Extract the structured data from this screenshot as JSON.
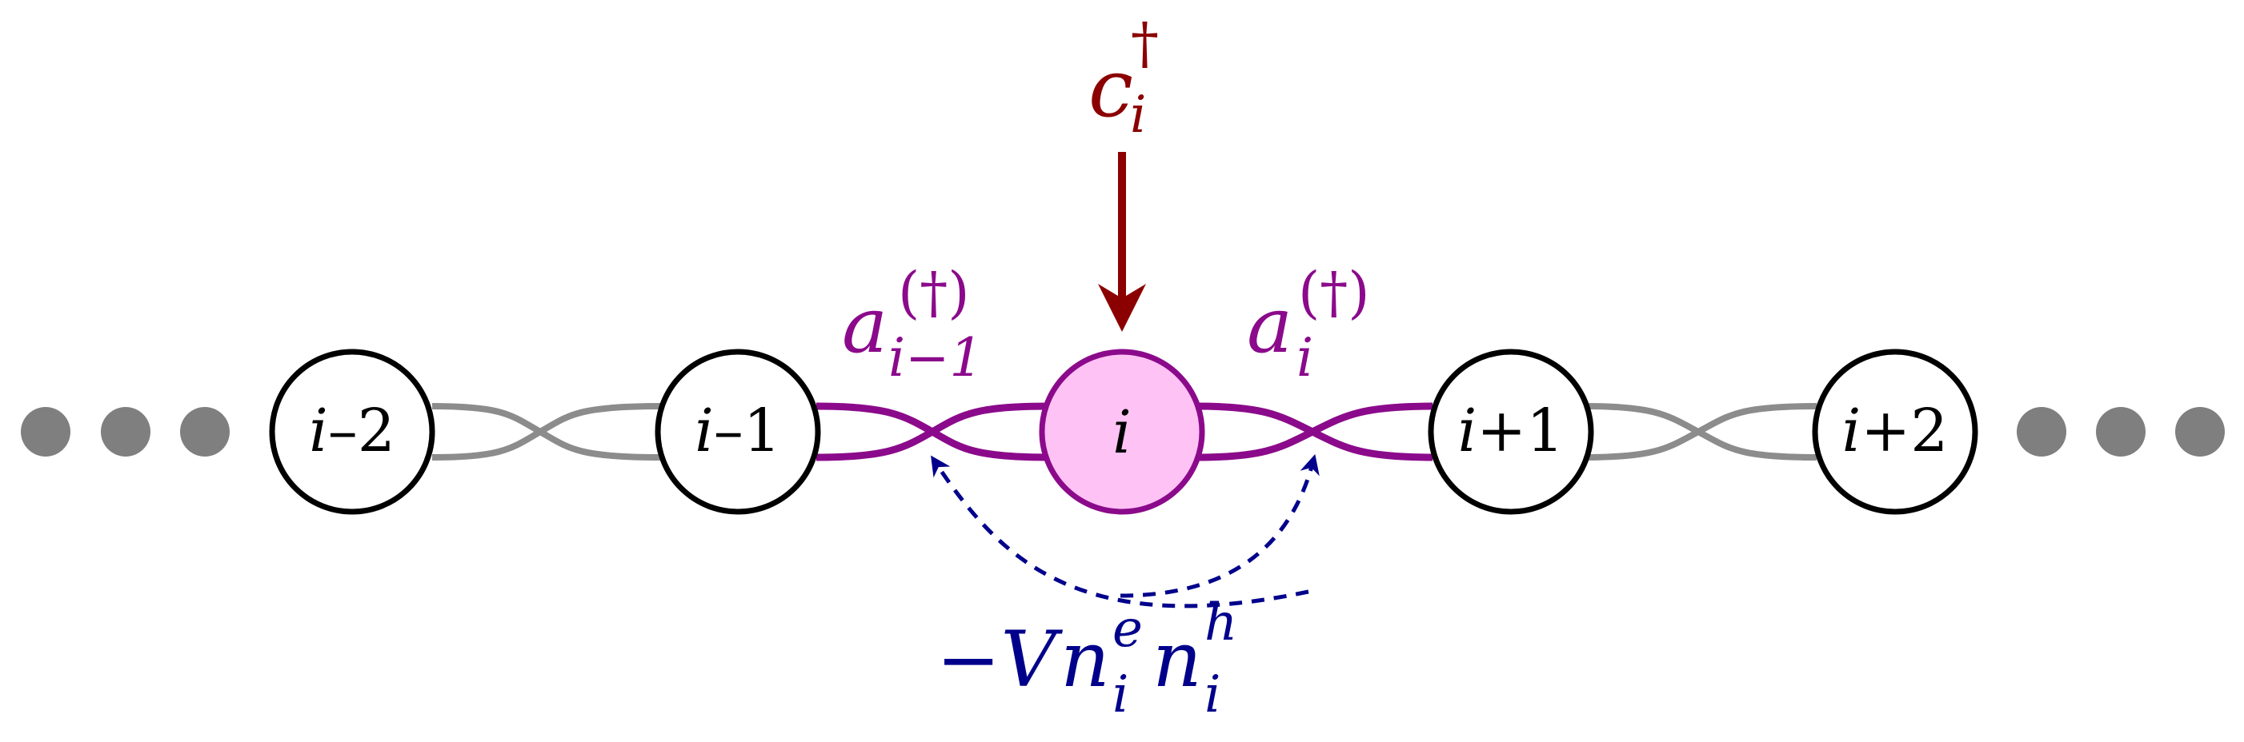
{
  "diagram": {
    "sites": [
      {
        "italic": "i",
        "suffix": "–2",
        "highlighted": false
      },
      {
        "italic": "i",
        "suffix": "–1",
        "highlighted": false
      },
      {
        "italic": "i",
        "suffix": "",
        "highlighted": true
      },
      {
        "italic": "i",
        "suffix": "+1",
        "highlighted": false
      },
      {
        "italic": "i",
        "suffix": "+2",
        "highlighted": false
      }
    ],
    "ellipsis_dots": 3,
    "operators": {
      "creation": {
        "base": "c",
        "sub": "i",
        "sup": "†",
        "color": "#8b0000"
      },
      "left_link": {
        "base": "a",
        "sub": "i−1",
        "sup": "(†)",
        "color": "#8b0a8b"
      },
      "right_link": {
        "base": "a",
        "sub": "i",
        "sup": "(†)",
        "color": "#8b0a8b"
      },
      "interaction": {
        "prefix": "−V",
        "n1": "n",
        "n1_sub": "i",
        "n1_sup": "e",
        "n2": "n",
        "n2_sub": "i",
        "n2_sup": "h",
        "color": "#00008b"
      }
    },
    "colors": {
      "node_fill_highlight": "#ffc2f5",
      "node_stroke_highlight": "#8b0a8b",
      "link_active": "#8b0a8b",
      "link_inactive": "#8c8c8c",
      "dots": "#7f7f7f"
    }
  }
}
